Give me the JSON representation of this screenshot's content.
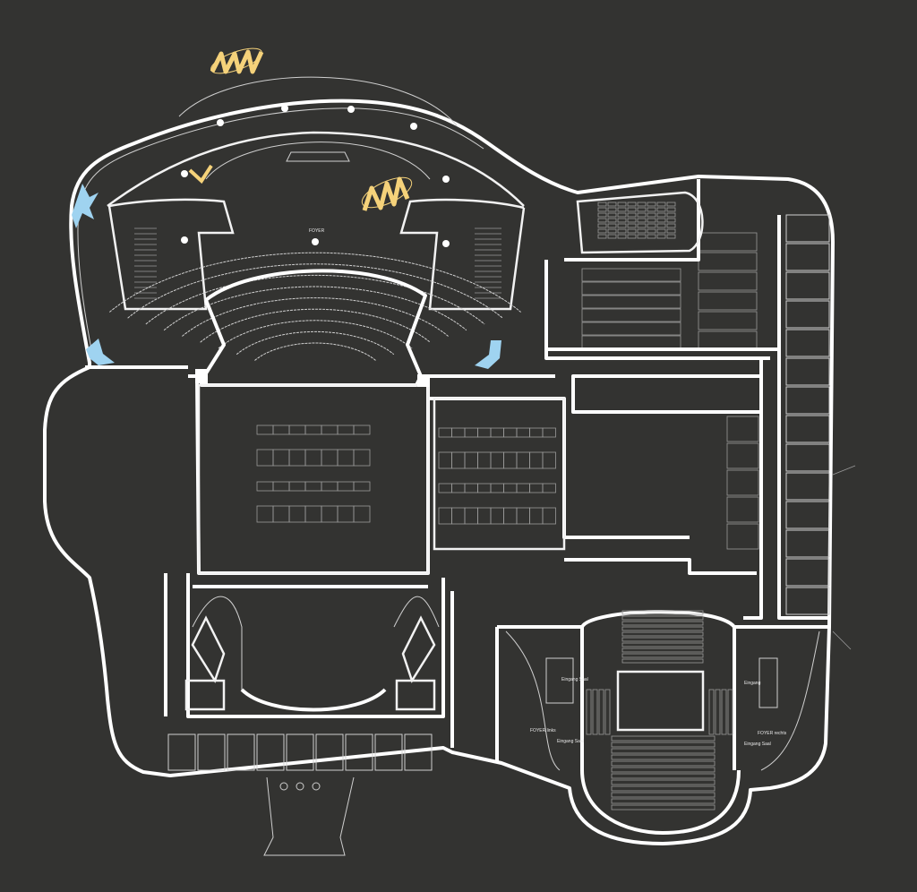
{
  "title": "Floor plan – ground floor",
  "labels": {
    "foyer": "FOYER",
    "foyer_links": "FOYER links",
    "foyer_rechts": "FOYER rechts",
    "eingang_saal_1": "Eingang Saal",
    "eingang_saal_2": "Eingang Saal",
    "eingang_saal_3": "Eingang Saal",
    "eingang": "Eingang"
  },
  "colors": {
    "background": "#333331",
    "walls": "#ffffff",
    "marker_yellow": "#f5d27a",
    "marker_blue": "#9fd3f0"
  },
  "icons": [
    "wave-marker-icon",
    "arrow-marker-icon"
  ]
}
